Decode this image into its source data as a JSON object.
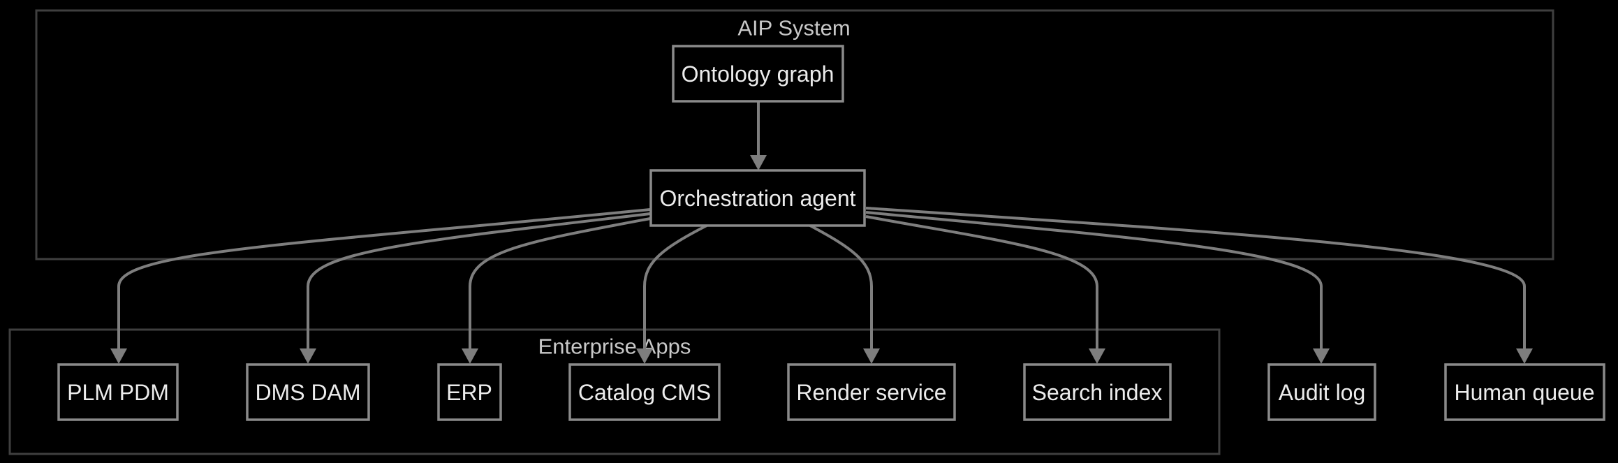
{
  "diagram": {
    "colors": {
      "background": "#000000",
      "group_border": "#3f3f3f",
      "node_border": "#8a8a8a",
      "edge": "#7e7e7e",
      "text": "#ececec"
    },
    "groups": [
      {
        "id": "aip-system",
        "label": "AIP System"
      },
      {
        "id": "enterprise-apps",
        "label": "Enterprise Apps"
      }
    ],
    "nodes": [
      {
        "id": "ontology-graph",
        "label": "Ontology graph",
        "group": "aip-system"
      },
      {
        "id": "orchestration-agent",
        "label": "Orchestration agent",
        "group": "aip-system"
      },
      {
        "id": "plm-pdm",
        "label": "PLM PDM",
        "group": "enterprise-apps"
      },
      {
        "id": "dms-dam",
        "label": "DMS DAM",
        "group": "enterprise-apps"
      },
      {
        "id": "erp",
        "label": "ERP",
        "group": "enterprise-apps"
      },
      {
        "id": "catalog-cms",
        "label": "Catalog CMS",
        "group": "enterprise-apps"
      },
      {
        "id": "render-service",
        "label": "Render service",
        "group": "enterprise-apps"
      },
      {
        "id": "search-index",
        "label": "Search index",
        "group": "enterprise-apps"
      },
      {
        "id": "audit-log",
        "label": "Audit log",
        "group": ""
      },
      {
        "id": "human-queue",
        "label": "Human queue",
        "group": ""
      }
    ],
    "edges": [
      {
        "from": "ontology-graph",
        "to": "orchestration-agent"
      },
      {
        "from": "orchestration-agent",
        "to": "plm-pdm"
      },
      {
        "from": "orchestration-agent",
        "to": "dms-dam"
      },
      {
        "from": "orchestration-agent",
        "to": "erp"
      },
      {
        "from": "orchestration-agent",
        "to": "catalog-cms"
      },
      {
        "from": "orchestration-agent",
        "to": "render-service"
      },
      {
        "from": "orchestration-agent",
        "to": "search-index"
      },
      {
        "from": "orchestration-agent",
        "to": "audit-log"
      },
      {
        "from": "orchestration-agent",
        "to": "human-queue"
      }
    ]
  }
}
